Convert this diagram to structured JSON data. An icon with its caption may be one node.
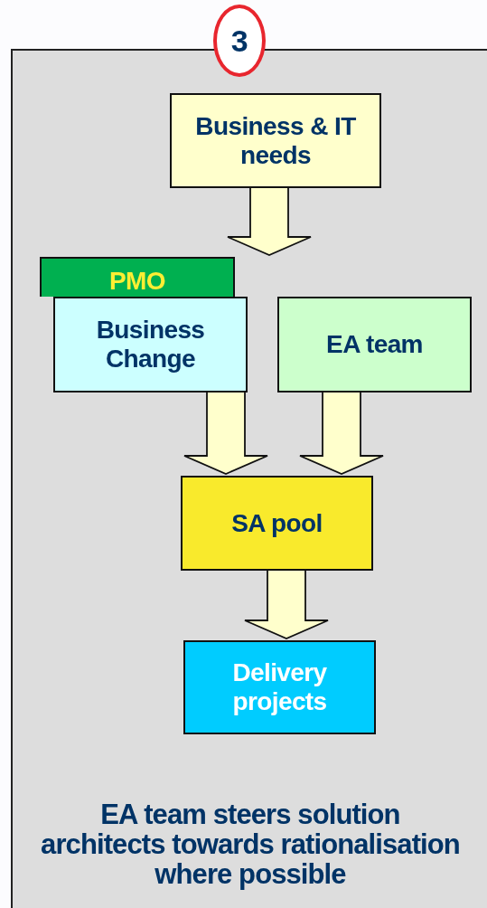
{
  "diagram": {
    "nodes": [
      {
        "text": [
          "3"
        ]
      },
      {
        "text": [
          "EA team steers solution architects towards rationalisation where possible"
        ]
      },
      {
        "text": [
          "Business & IT needs"
        ],
        "in": 1
      },
      {
        "text": [
          "PMO"
        ],
        "in": 1
      },
      {
        "text": [
          "Business Change"
        ],
        "in": 1
      },
      {
        "text": [
          "EA team"
        ],
        "in": 1
      },
      {
        "text": [
          "SA pool"
        ],
        "in": 1
      },
      {
        "text": [
          "Delivery projects"
        ],
        "in": 1
      }
    ],
    "edges": [
      {
        "from": 2,
        "to": null,
        "arrow": "to"
      },
      {
        "from": 4,
        "to": 6,
        "arrow": "to"
      },
      {
        "from": 5,
        "to": 6,
        "arrow": "to"
      },
      {
        "from": 6,
        "to": 7,
        "arrow": "to"
      }
    ]
  }
}
